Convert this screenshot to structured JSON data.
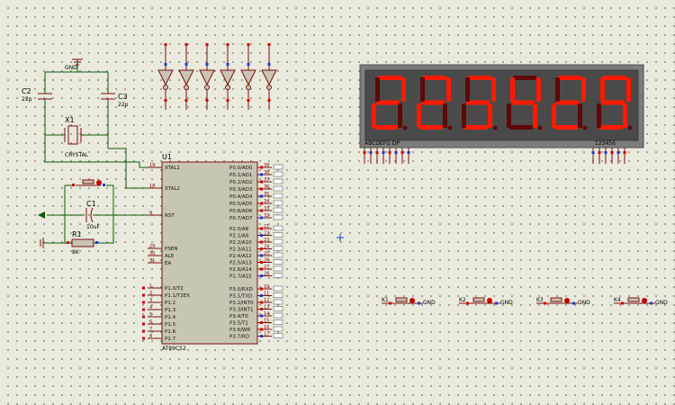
{
  "labels": {
    "gnd": "GND",
    "c2": "C2",
    "c2_val": "22p",
    "c3": "C3",
    "c3_val": "22p",
    "x1": "X1",
    "crystal": "CRYSTAL",
    "c1": "C1",
    "c1_val": "10uF",
    "r1": "R1",
    "r1_val": "8K",
    "u1": "U1",
    "chip_name": "AT89C52"
  },
  "chip": {
    "left_pins": [
      {
        "num": "19",
        "name": "XTAL1"
      },
      {
        "num": "18",
        "name": "XTAL2"
      },
      {
        "num": "9",
        "name": "RST"
      },
      {
        "num": "29",
        "name": "PSEN"
      },
      {
        "num": "30",
        "name": "ALE"
      },
      {
        "num": "31",
        "name": "EA"
      },
      {
        "num": "1",
        "name": "P1.0/T2"
      },
      {
        "num": "2",
        "name": "P1.1/T2EX"
      },
      {
        "num": "3",
        "name": "P1.2"
      },
      {
        "num": "4",
        "name": "P1.3"
      },
      {
        "num": "5",
        "name": "P1.4"
      },
      {
        "num": "6",
        "name": "P1.5"
      },
      {
        "num": "7",
        "name": "P1.6"
      },
      {
        "num": "8",
        "name": "P1.7"
      }
    ],
    "right_p0": [
      {
        "num": "39",
        "name": "P0.0/AD0"
      },
      {
        "num": "38",
        "name": "P0.1/AD1"
      },
      {
        "num": "37",
        "name": "P0.2/AD2"
      },
      {
        "num": "36",
        "name": "P0.3/AD3"
      },
      {
        "num": "35",
        "name": "P0.4/AD4"
      },
      {
        "num": "34",
        "name": "P0.5/AD5"
      },
      {
        "num": "33",
        "name": "P0.6/AD6"
      },
      {
        "num": "32",
        "name": "P0.7/AD7"
      }
    ],
    "right_p2": [
      {
        "num": "21",
        "name": "P2.0/A8"
      },
      {
        "num": "22",
        "name": "P2.1/A9"
      },
      {
        "num": "23",
        "name": "P2.2/A10"
      },
      {
        "num": "24",
        "name": "P2.3/A11"
      },
      {
        "num": "25",
        "name": "P2.4/A12"
      },
      {
        "num": "26",
        "name": "P2.5/A13"
      },
      {
        "num": "27",
        "name": "P2.6/A14"
      },
      {
        "num": "28",
        "name": "P2.7/A15"
      }
    ],
    "right_p3": [
      {
        "num": "10",
        "name": "P3.0/RXD"
      },
      {
        "num": "11",
        "name": "P3.1/TXD"
      },
      {
        "num": "12",
        "name": "P3.2/INT0"
      },
      {
        "num": "13",
        "name": "P3.3/INT1"
      },
      {
        "num": "14",
        "name": "P3.4/T0"
      },
      {
        "num": "15",
        "name": "P3.5/T1"
      },
      {
        "num": "16",
        "name": "P3.6/WR"
      },
      {
        "num": "17",
        "name": "P3.7/RD"
      }
    ]
  },
  "display": {
    "digits": [
      "2",
      "2",
      "3",
      "4",
      "2",
      "9"
    ],
    "segment_label": "ABCDEFG DP",
    "digit_label": "123456",
    "on_color": "#ff1a00",
    "off_color": "#5e0808"
  },
  "buttons": {
    "labels": [
      "K1",
      "K2",
      "K3",
      "K4"
    ],
    "gnd": "GND"
  },
  "colors": {
    "wire": "#0b5c0b",
    "component": "#7a1010",
    "chip_fill": "#c9c5b3",
    "pin_red": "#d40000",
    "pin_blue": "#1a3ad4"
  }
}
